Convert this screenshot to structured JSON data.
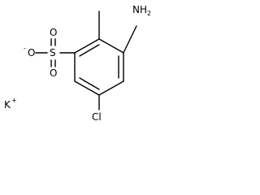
{
  "structure": {
    "atoms": {
      "amino": {
        "label": "NH",
        "subscript": "2"
      },
      "chloro": {
        "label": "Cl"
      },
      "sulfur": {
        "label": "S"
      },
      "oxygen_top": {
        "label": "O"
      },
      "oxygen_bottom": {
        "label": "O"
      },
      "oxygen_anion": {
        "label": "O",
        "charge": "-"
      },
      "potassium": {
        "label": "K",
        "charge": "+"
      }
    }
  }
}
